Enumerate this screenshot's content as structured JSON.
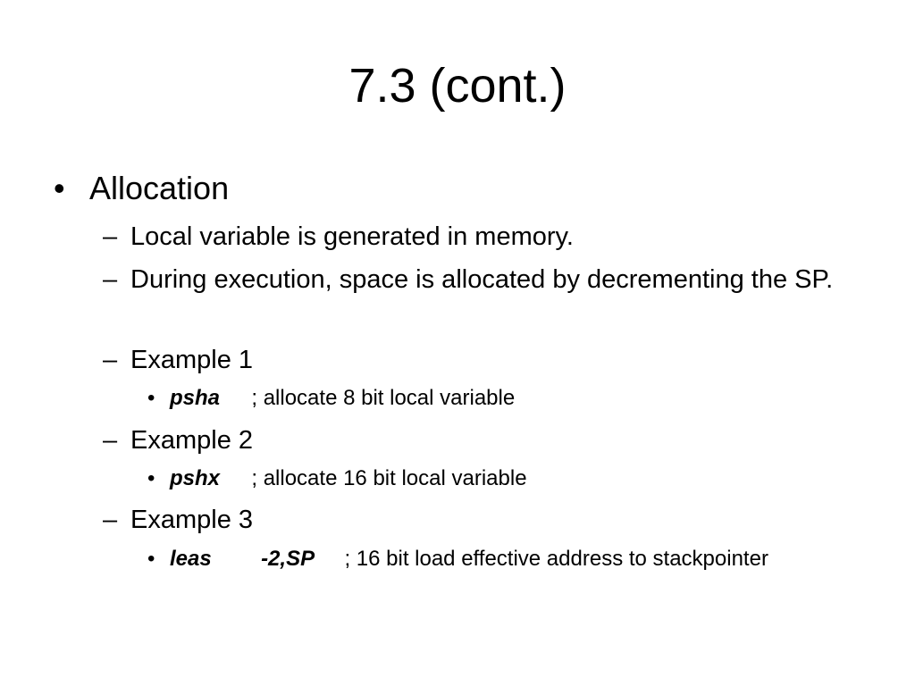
{
  "slide": {
    "title": "7.3 (cont.)",
    "bullet_char": "•",
    "dash_char": "–",
    "items": {
      "allocation": "Allocation",
      "local_var": "Local variable is generated in memory.",
      "during_exec": "During execution, space is allocated by decrementing the SP.",
      "ex1": {
        "label": "Example 1",
        "code": "psha",
        "comment": "; allocate 8 bit local variable"
      },
      "ex2": {
        "label": "Example 2",
        "code": "pshx",
        "comment": "; allocate 16 bit local variable"
      },
      "ex3": {
        "label": "Example 3",
        "code1": "leas",
        "code2": "-2,SP",
        "comment": "; 16 bit load effective address to stackpointer"
      }
    }
  }
}
